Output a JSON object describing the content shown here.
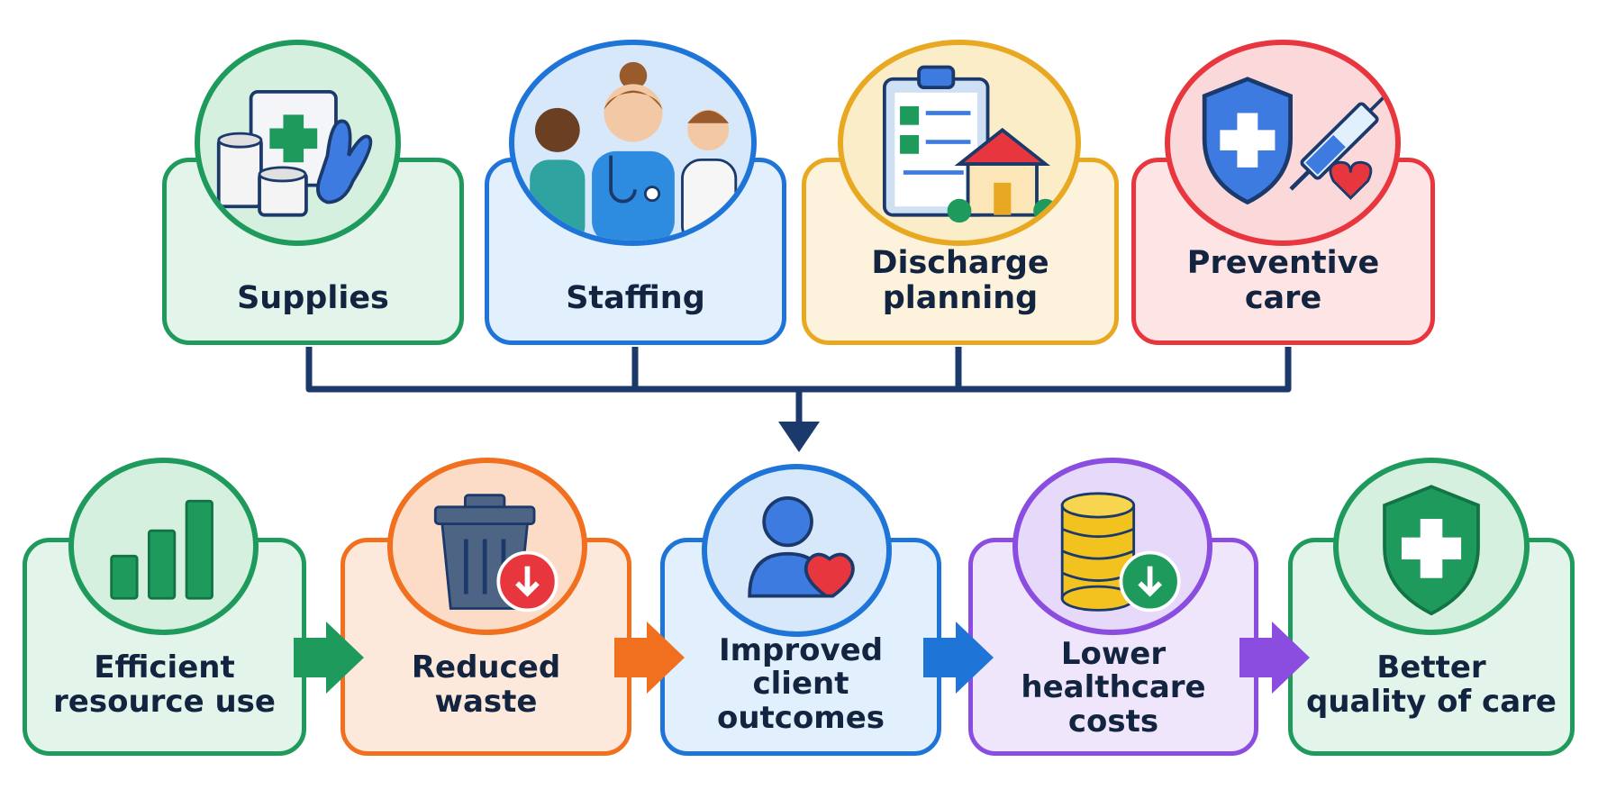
{
  "inputs": [
    {
      "label_lines": [
        "Supplies"
      ],
      "color": "#1e9a5c",
      "fill": "#e3f5ea",
      "icon": "supplies-icon"
    },
    {
      "label_lines": [
        "Staffing"
      ],
      "color": "#1f74d8",
      "fill": "#e2effd",
      "icon": "staff-icon"
    },
    {
      "label_lines": [
        "Discharge",
        "planning"
      ],
      "color": "#e9a821",
      "fill": "#fdf3dc",
      "icon": "clipboard-house-icon"
    },
    {
      "label_lines": [
        "Preventive",
        "care"
      ],
      "color": "#e8363f",
      "fill": "#fde4e5",
      "icon": "shield-syringe-icon"
    }
  ],
  "outcomes": [
    {
      "label_lines": [
        "Efficient",
        "resource use"
      ],
      "color": "#1e9a5c",
      "fill": "#e3f5ea",
      "icon": "bar-chart-icon"
    },
    {
      "label_lines": [
        "Reduced",
        "waste"
      ],
      "color": "#f07020",
      "fill": "#fde9db",
      "icon": "trash-down-icon"
    },
    {
      "label_lines": [
        "Improved",
        "client",
        "outcomes"
      ],
      "color": "#1f74d8",
      "fill": "#e2effd",
      "icon": "person-heart-icon"
    },
    {
      "label_lines": [
        "Lower",
        "healthcare",
        "costs"
      ],
      "color": "#8a4de0",
      "fill": "#efe6fc",
      "icon": "coins-down-icon"
    },
    {
      "label_lines": [
        "Better",
        "quality of care"
      ],
      "color": "#1e9a5c",
      "fill": "#e3f5ea",
      "icon": "shield-cross-icon"
    }
  ],
  "connector_color": "#1b3a6b",
  "arrow_colors": [
    "#1e9a5c",
    "#f07020",
    "#1f74d8",
    "#8a4de0"
  ]
}
